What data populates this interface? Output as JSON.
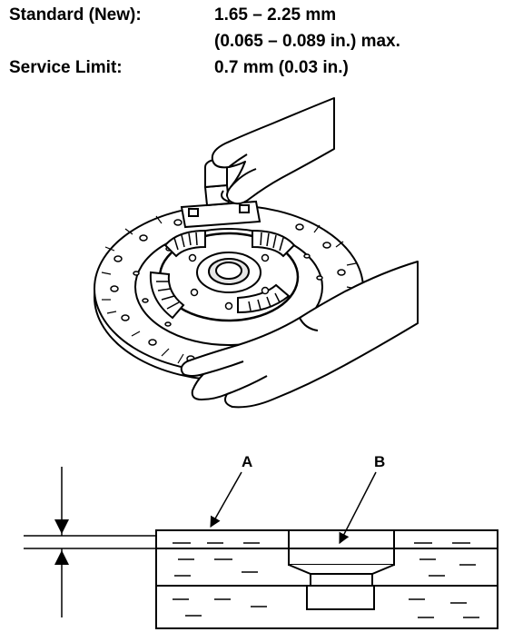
{
  "specs": {
    "standard_label": "Standard (New):",
    "standard_value_line1": "1.65 – 2.25 mm",
    "standard_value_line2": "(0.065 – 0.089 in.) max.",
    "service_label": "Service Limit:",
    "service_value": "0.7 mm (0.03 in.)"
  },
  "callouts": {
    "a": "A",
    "b": "B"
  }
}
